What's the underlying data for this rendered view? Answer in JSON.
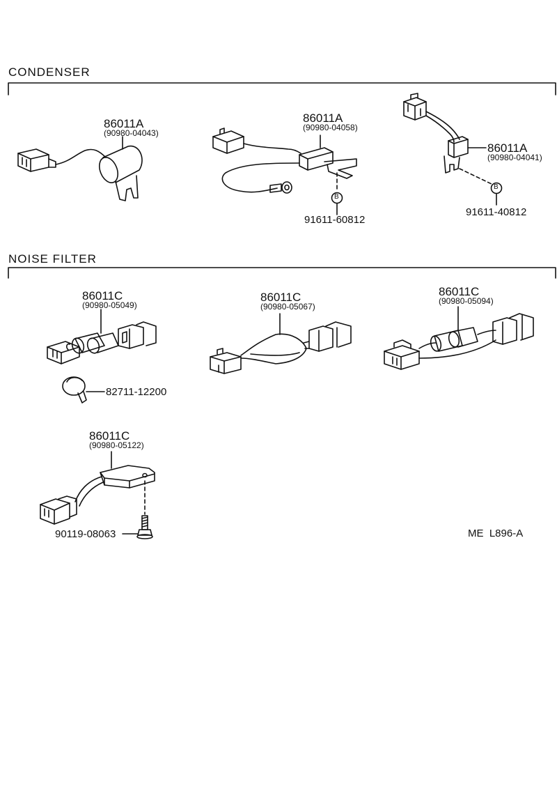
{
  "sections": {
    "condenser": {
      "title": "CONDENSER"
    },
    "noise_filter": {
      "title": "NOISE FILTER"
    }
  },
  "condenser_parts": [
    {
      "part_no": "86011A",
      "sub_no": "(90980-04043)"
    },
    {
      "part_no": "86011A",
      "sub_no": "(90980-04058)",
      "fastener": "91611-60812",
      "fastener_mark": "B"
    },
    {
      "part_no": "86011A",
      "sub_no": "(90980-04041)",
      "fastener": "91611-40812",
      "fastener_mark": "B"
    }
  ],
  "noise_filter_parts": [
    {
      "part_no": "86011C",
      "sub_no": "(90980-05049)",
      "clip": "82711-12200"
    },
    {
      "part_no": "86011C",
      "sub_no": "(90980-05067)"
    },
    {
      "part_no": "86011C",
      "sub_no": "(90980-05094)"
    },
    {
      "part_no": "86011C",
      "sub_no": "(90980-05122)",
      "bolt": "90119-08063"
    }
  ],
  "diagram_code": "ME  L896-A"
}
